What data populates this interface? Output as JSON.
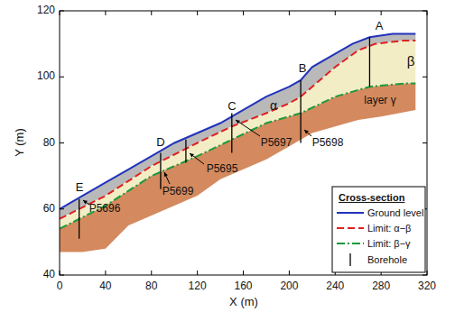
{
  "diagram": {
    "labels": [
      "40",
      "60",
      "80",
      "100",
      "120",
      "0",
      "40",
      "80",
      "120",
      "160",
      "200",
      "240",
      "280",
      "320",
      "Y (m)",
      "X (m)",
      "A",
      "B",
      "C",
      "D",
      "E",
      "P5698",
      "P5697",
      "P5695",
      "P5699",
      "P5696",
      "α",
      "β",
      "layer γ",
      "Cross-section"
    ],
    "legend": [
      {
        "text": "Ground level"
      },
      {
        "text": "Limit: α−β"
      },
      {
        "text": "Limit: β−γ"
      },
      {
        "text": "Borehole"
      }
    ]
  }
}
